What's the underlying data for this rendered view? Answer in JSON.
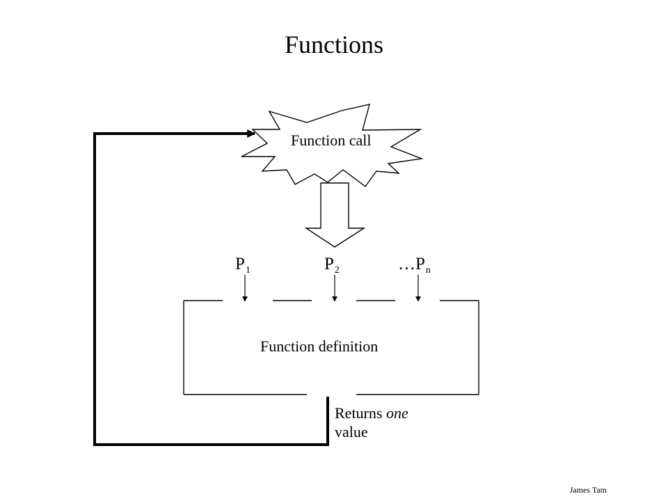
{
  "title": "Functions",
  "call_label": "Function call",
  "parameters": [
    {
      "base": "P",
      "sub": "1"
    },
    {
      "base": "P",
      "sub": "2"
    },
    {
      "base": "…P",
      "sub": "n"
    }
  ],
  "definition_label": "Function definition",
  "returns": {
    "prefix": "Returns ",
    "emphasis": "one",
    "suffix": "value"
  },
  "author": "James Tam"
}
